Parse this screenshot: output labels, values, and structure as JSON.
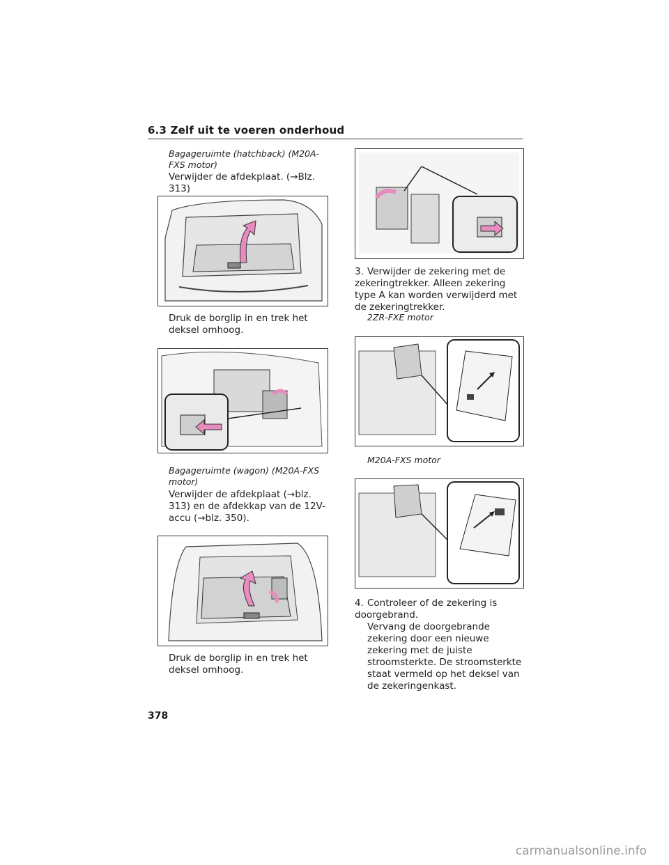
{
  "header": {
    "section_title": "6.3 Zelf uit te voeren onderhoud"
  },
  "left": {
    "sub1": "Bagageruimte (hatchback) (M20A-FXS motor)",
    "p1": "Verwijder de afdekplaat. (→Blz. 313)",
    "p2": "Druk de borglip in en trek het deksel omhoog.",
    "sub2": "Bagageruimte (wagon) (M20A-FXS motor)",
    "p3": "Verwijder de afdekplaat (→blz. 313) en de afdekkap van de 12V-accu (→blz. 350).",
    "p4": "Druk de borglip in en trek het deksel omhoog."
  },
  "right": {
    "step3_num": "3.",
    "step3": "Verwijder de zekering met de zekeringtrekker. Alleen zekering type A kan worden verwijderd met de zekeringtrekker.",
    "sub3": "2ZR-FXE motor",
    "sub4": "M20A-FXS motor",
    "step4_num": "4.",
    "step4": "Controleer of de zekering is doorgebrand.",
    "step4b": "Vervang de doorgebrande zekering door een nieuwe zekering met de juiste stroomsterkte. De stroomsterkte staat vermeld op het deksel van de zekeringenkast."
  },
  "footer": {
    "page_number": "378",
    "watermark": "carmanualsonline.info"
  },
  "colors": {
    "arrow": "#e88cc0",
    "line": "#333333"
  }
}
